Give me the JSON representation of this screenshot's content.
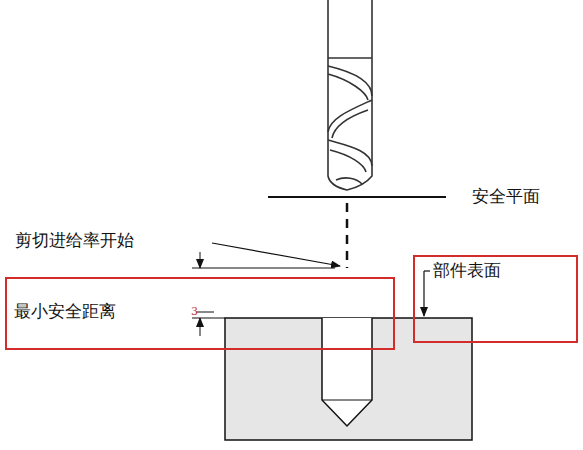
{
  "diagram": {
    "nodes": [
      {
        "text": [
          "最小安全距离",
          "3"
        ]
      },
      {
        "text": [
          "部件表面"
        ]
      }
    ],
    "labels": [
      "安全平面",
      "剪切进给率开始"
    ]
  }
}
